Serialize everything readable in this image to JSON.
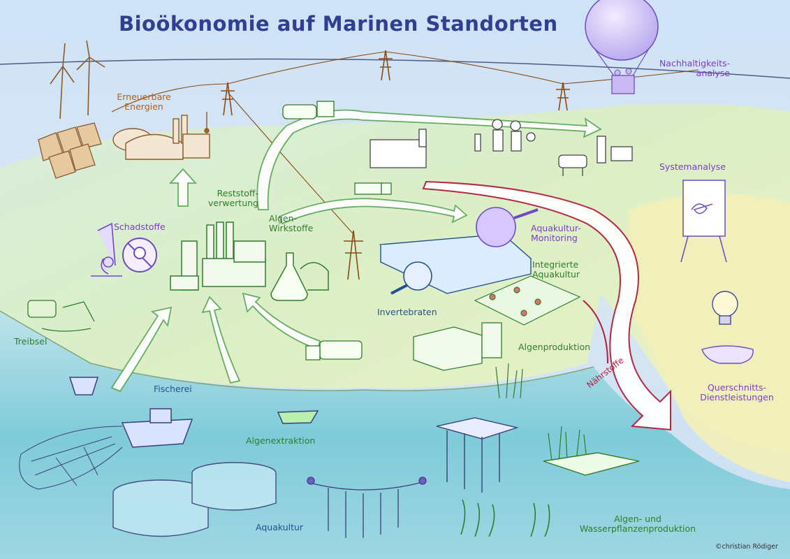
{
  "title": "Bioökonomie auf Marinen Standorten",
  "labels": {
    "erneuerbare": "Erneuerbare Energien",
    "reststoff": "Reststoff-verwertung",
    "algen_wirk": "Algen-Wirkstoffe",
    "schadstoffe": "Schadstoffe",
    "treibsel": "Treibsel",
    "fischerei": "Fischerei",
    "algenextraktion": "Algenextraktion",
    "aquakultur": "Aquakultur",
    "invertebraten": "Invertebraten",
    "algenproduktion": "Algenproduktion",
    "integrierte": "Integrierte Aquakultur",
    "aqua_monitoring": "Aquakultur-Monitoring",
    "nachhaltigkeit": "Nachhaltigkeits-analyse",
    "systemanalyse": "Systemanalyse",
    "querschnitt": "Querschnitts-Dienstleistungen",
    "naehrstoffe": "Nährstoffe",
    "wasserpflanzen": "Algen- und Wasserpflanzenproduktion"
  },
  "copyright": "©christian Rödiger",
  "colors": {
    "title": "#2f3f92",
    "label_purple": "#7a3fc4",
    "label_orange": "#b0611b",
    "label_green": "#2e7d2a",
    "label_blue": "#24508f",
    "nutrient_arrow": "#b51e3a"
  },
  "icons": [
    "wind-turbine-icon",
    "solar-panel-icon",
    "biogas-plant-icon",
    "power-pylon-icon",
    "hot-air-balloon-icon",
    "flipchart-icon",
    "light-bulb-icon",
    "hand-icon",
    "microscope-icon",
    "skull-warning-icon",
    "factory-icon",
    "flask-icon",
    "truck-icon",
    "cow-icon",
    "people-icon",
    "magnifier-fish-icon",
    "aquaculture-tank-icon",
    "fishing-boat-icon",
    "net-icon",
    "fish-cage-icon",
    "mussel-line-icon",
    "seaweed-icon",
    "raft-icon",
    "reed-icon"
  ]
}
